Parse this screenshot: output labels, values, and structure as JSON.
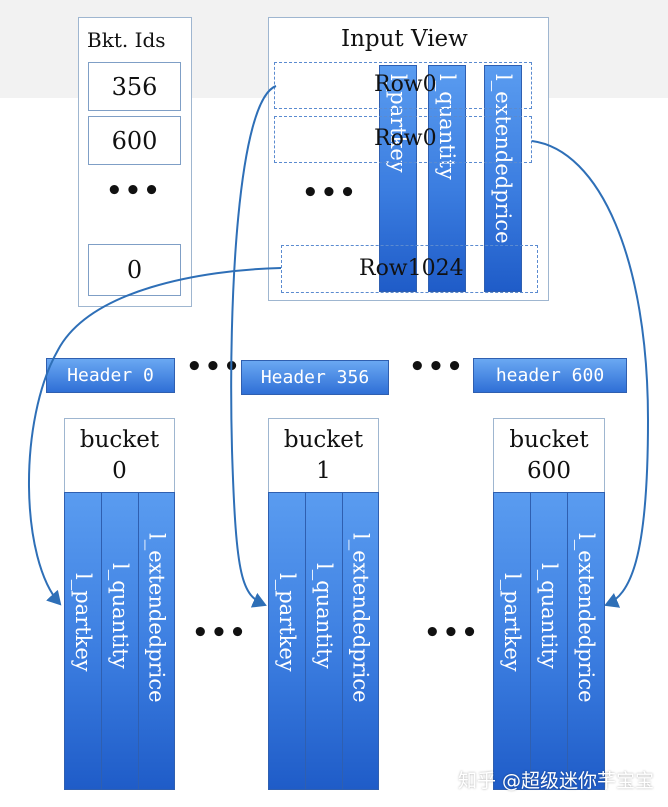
{
  "bucket_ids": {
    "title": "Bkt. Ids",
    "values": [
      "356",
      "600",
      "0"
    ],
    "ellipsis": "•••"
  },
  "input_view": {
    "title": "Input View",
    "rows": [
      "Row0",
      "Row0",
      "Row1024"
    ],
    "ellipsis": "•••",
    "columns": [
      "l_partkey",
      "l_quantity",
      "l_extendedprice"
    ]
  },
  "headers": {
    "items": [
      "Header 0",
      "Header 356",
      "header 600"
    ],
    "ellipsis": "•••"
  },
  "buckets": {
    "items": [
      {
        "line1": "bucket",
        "line2": "0"
      },
      {
        "line1": "bucket",
        "line2": "1"
      },
      {
        "line1": "bucket",
        "line2": "600"
      }
    ],
    "columns": [
      "l_partkey",
      "l_quantity",
      "l_extendedprice"
    ],
    "ellipsis": "•••"
  },
  "watermark": "知乎 @超级迷你芊宝宝",
  "colors": {
    "column_fill": "#3b7de0",
    "arrow": "#2e6fb7",
    "box_border": "#9fb6d0"
  }
}
